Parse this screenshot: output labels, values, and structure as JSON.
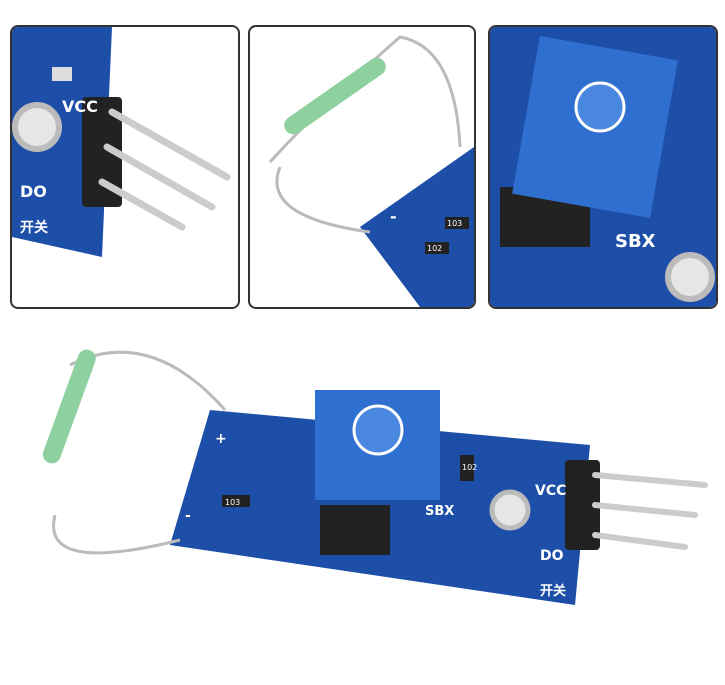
{
  "labels": {
    "vcc": "VCC",
    "do": "DO",
    "switch_cn": "开关",
    "res_103": "103",
    "res_102": "102",
    "brand": "SBX",
    "plus": "+",
    "minus": "-"
  },
  "colors": {
    "pcb": "#1e4fa8",
    "pot": "#2f6fd0",
    "reed_glass": "#8fd0a0",
    "pin": "#c8c8c8"
  }
}
